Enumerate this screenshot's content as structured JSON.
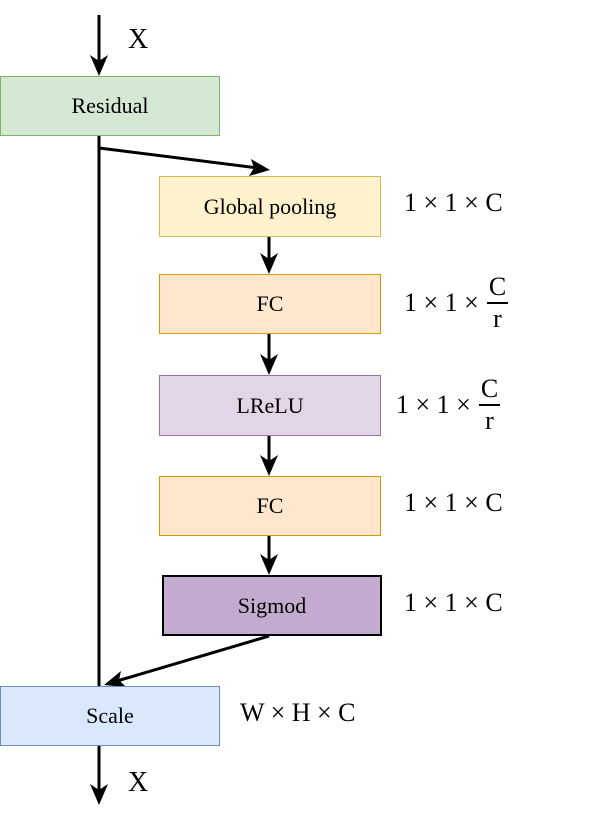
{
  "input_label": "X",
  "output_label": "X",
  "colors": {
    "residual": {
      "fill": "#d5e8d4",
      "stroke": "#82b366"
    },
    "pooling": {
      "fill": "#fff2cc",
      "stroke": "#d6b656"
    },
    "fc": {
      "fill": "#ffe6cc",
      "stroke": "#d79b00"
    },
    "lrelu": {
      "fill": "#e1d5e7",
      "stroke": "#9673a6"
    },
    "sigmod": {
      "fill": "#c3abd0",
      "stroke": "#000000"
    },
    "scale": {
      "fill": "#dae8fc",
      "stroke": "#6c8ebf"
    }
  },
  "blocks": {
    "residual": "Residual",
    "global_pooling": "Global pooling",
    "fc1": "FC",
    "lrelu": "LReLU",
    "fc2": "FC",
    "sigmod": "Sigmod",
    "scale": "Scale"
  },
  "dims": {
    "global_pooling": "1 × 1 × C",
    "fc1_prefix": "1 × 1 ×",
    "fc1_num": "C",
    "fc1_den": "r",
    "lrelu_prefix": "1 × 1 ×",
    "lrelu_num": "C",
    "lrelu_den": "r",
    "fc2": "1 × 1 × C",
    "sigmod": "1 × 1 × C",
    "scale": "W × H × C"
  }
}
